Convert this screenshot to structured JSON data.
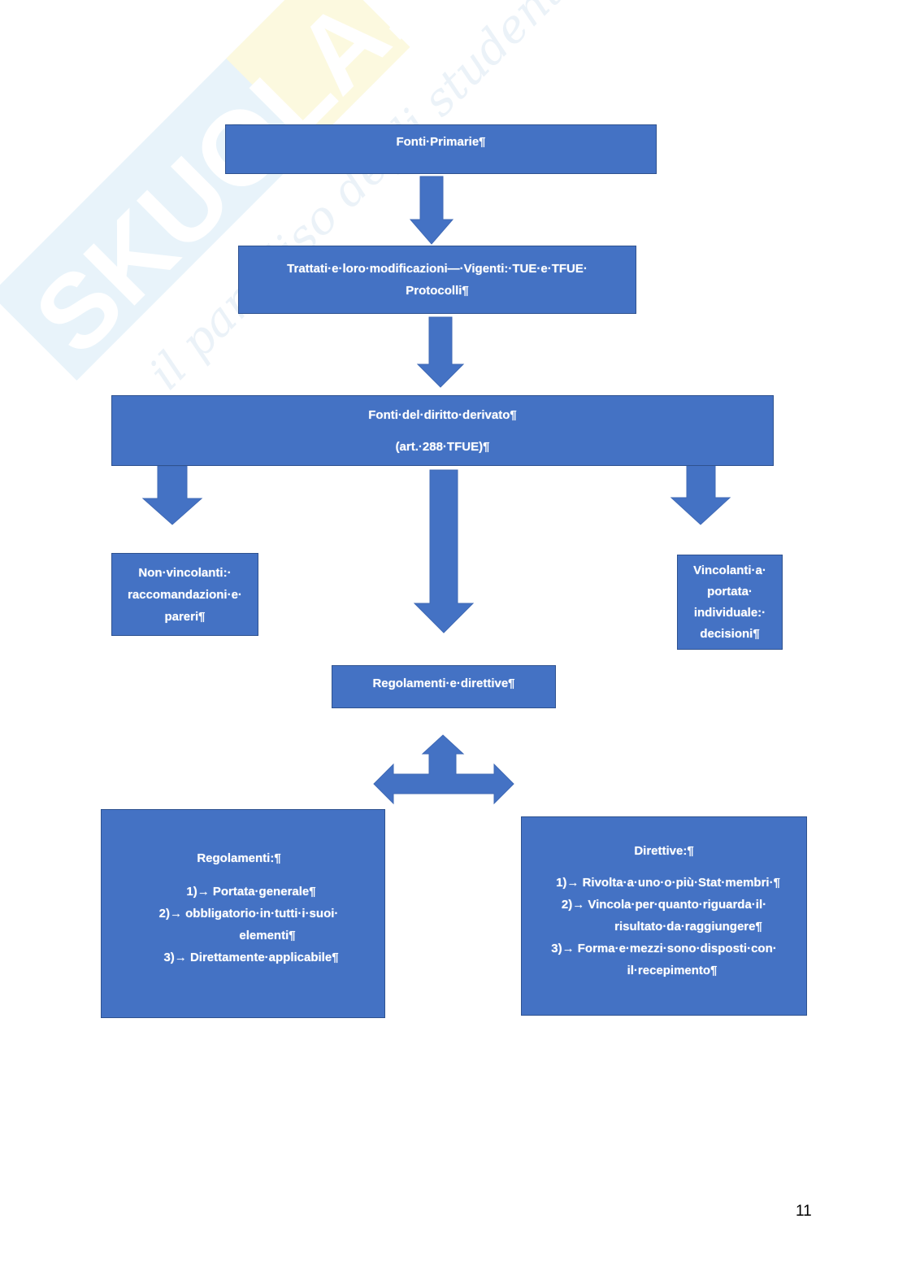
{
  "watermark": {
    "brand": "SKUOLA.net",
    "tagline": "il paradiso degli studenti"
  },
  "nodes": {
    "fonti_primarie": {
      "lines": [
        "Fonti·Primarie¶"
      ]
    },
    "trattati": {
      "lines": [
        "Trattati·e·loro·modificazioni—·Vigenti:·TUE·e·TFUE·",
        "Protocolli¶"
      ]
    },
    "diritto_derivato": {
      "lines": [
        "Fonti·del·diritto·derivato¶",
        "(art.·288·TFUE)¶"
      ]
    },
    "non_vincolanti": {
      "lines": [
        "Non·vincolanti:·",
        "raccomandazioni·e·",
        "pareri¶"
      ]
    },
    "vincolanti_individuale": {
      "lines": [
        "Vincolanti·a·",
        "portata·",
        "individuale:·",
        "decisioni¶"
      ]
    },
    "regolamenti_direttive": {
      "lines": [
        "Regolamenti·e·direttive¶"
      ]
    },
    "regolamenti": {
      "title": "Regolamenti:¶",
      "items": [
        "1)→ Portata·generale¶",
        "2)→ obbligatorio·in·tutti·i·suoi·",
        "elementi¶",
        "3)→ Direttamente·applicabile¶"
      ]
    },
    "direttive": {
      "title": "Direttive:¶",
      "items": [
        "1)→ Rivolta·a·uno·o·più·Stat·membri·¶",
        "2)→ Vincola·per·quanto·riguarda·il·",
        "risultato·da·raggiungere¶",
        "3)→ Forma·e·mezzi·sono·disposti·con·",
        "il·recepimento¶"
      ]
    }
  },
  "edges": [
    {
      "from": "fonti_primarie",
      "to": "trattati",
      "type": "down-arrow"
    },
    {
      "from": "trattati",
      "to": "diritto_derivato",
      "type": "down-arrow"
    },
    {
      "from": "diritto_derivato",
      "to": "non_vincolanti",
      "type": "down-arrow"
    },
    {
      "from": "diritto_derivato",
      "to": "regolamenti_direttive",
      "type": "down-arrow"
    },
    {
      "from": "diritto_derivato",
      "to": "vincolanti_individuale",
      "type": "down-arrow"
    },
    {
      "from": "regolamenti_direttive",
      "to": [
        "regolamenti",
        "direttive"
      ],
      "type": "left-right-up-arrow"
    }
  ],
  "colors": {
    "box_fill": "#4472C4",
    "box_border": "#2F528F",
    "text": "#FFFFFF"
  },
  "page_number": "11"
}
